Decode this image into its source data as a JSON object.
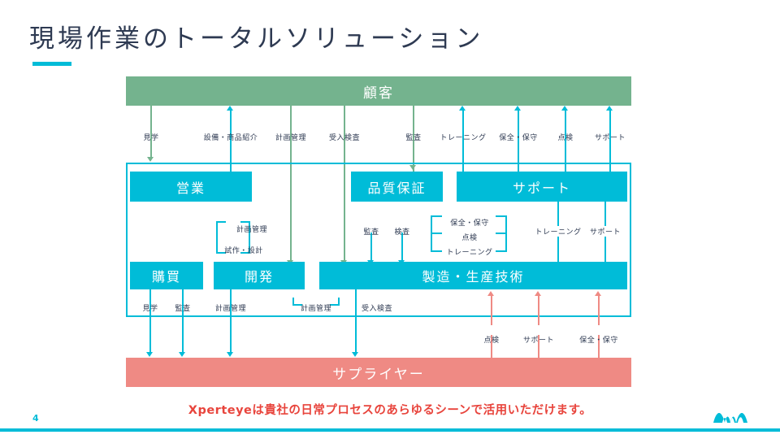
{
  "slide": {
    "title": "現場作業のトータルソリューション",
    "page_number": "4",
    "tagline": "Xperteyeは貴社の日常プロセスのあらゆるシーンで活用いただけます。",
    "logo_name": "ama-wave-logo"
  },
  "colors": {
    "accent_cyan": "#00bcd8",
    "customer_green": "#74b38e",
    "supplier_red": "#ef8a84",
    "title_navy": "#2e3a52",
    "tagline_red": "#e8443c"
  },
  "bars": {
    "customer": "顧客",
    "supplier": "サプライヤー"
  },
  "departments": [
    {
      "id": "sales",
      "label": "営業"
    },
    {
      "id": "quality",
      "label": "品質保証"
    },
    {
      "id": "support",
      "label": "サポート"
    },
    {
      "id": "purchasing",
      "label": "購買"
    },
    {
      "id": "development",
      "label": "開発"
    },
    {
      "id": "manufacturing",
      "label": "製造・生産技術"
    }
  ],
  "customer_flow_labels": [
    {
      "id": "tour",
      "label": "見学"
    },
    {
      "id": "equipment-intro",
      "label": "設備・商品紹介"
    },
    {
      "id": "plan-mgmt",
      "label": "計画管理"
    },
    {
      "id": "incoming-insp",
      "label": "受入検査"
    },
    {
      "id": "audit",
      "label": "監査"
    },
    {
      "id": "training",
      "label": "トレーニング"
    },
    {
      "id": "maintenance",
      "label": "保全・保守"
    },
    {
      "id": "inspection",
      "label": "点検"
    },
    {
      "id": "support",
      "label": "サポート"
    }
  ],
  "internal_labels": {
    "dev_bracket": [
      {
        "id": "plan-mgmt",
        "label": "計画管理"
      },
      {
        "id": "prototype",
        "label": "試作・設計"
      }
    ],
    "quality_pair": [
      {
        "id": "audit",
        "label": "監査"
      },
      {
        "id": "inspection",
        "label": "検査"
      }
    ],
    "support_bracket": [
      {
        "id": "maintenance",
        "label": "保全・保守"
      },
      {
        "id": "inspection",
        "label": "点検"
      },
      {
        "id": "training",
        "label": "トレーニング"
      }
    ],
    "support_right": [
      {
        "id": "training",
        "label": "トレーニング"
      },
      {
        "id": "support",
        "label": "サポート"
      }
    ]
  },
  "supplier_flow_labels": [
    {
      "id": "tour",
      "label": "見学"
    },
    {
      "id": "audit",
      "label": "監査"
    },
    {
      "id": "plan-mgmt",
      "label": "計画管理"
    },
    {
      "id": "plan-mgmt-2",
      "label": "計画管理"
    },
    {
      "id": "incoming-insp",
      "label": "受入検査"
    }
  ],
  "supplier_service_labels": [
    {
      "id": "inspection",
      "label": "点検"
    },
    {
      "id": "support",
      "label": "サポート"
    },
    {
      "id": "maintenance",
      "label": "保全・保守"
    }
  ]
}
